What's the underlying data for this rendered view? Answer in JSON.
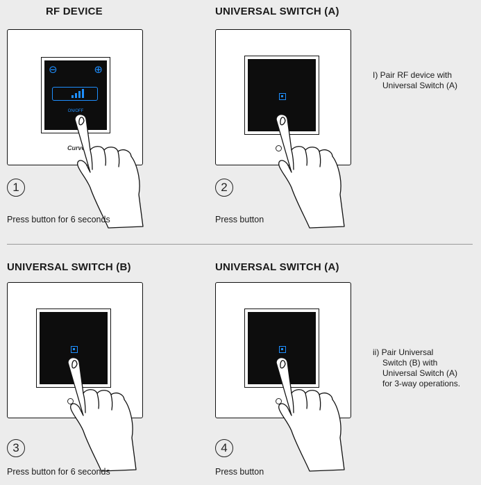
{
  "panels": [
    {
      "title": "RF DEVICE",
      "step": "1",
      "caption": "Press button for 6 seconds"
    },
    {
      "title": "UNIVERSAL SWITCH (A)",
      "step": "2",
      "caption": "Press button"
    },
    {
      "title": "UNIVERSAL SWITCH (B)",
      "step": "3",
      "caption": "Press button for 6 seconds"
    },
    {
      "title": "UNIVERSAL SWITCH (A)",
      "step": "4",
      "caption": "Press button"
    }
  ],
  "rf_device": {
    "minus_symbol": "⊖",
    "plus_symbol": "⊕",
    "button_label": "ON/OFF",
    "brand": "Curve"
  },
  "notes": {
    "first": [
      "I) Pair RF device with",
      "Universal Switch (A)"
    ],
    "second": [
      "ii) Pair Universal",
      "Switch (B) with",
      "Universal Switch (A)",
      "for 3-way operations."
    ]
  },
  "colors": {
    "accent_blue": "#1e8fff",
    "screen_black": "#0d0d0d",
    "background": "#ececec"
  },
  "icons": [
    "hand-pointer-icon",
    "led-square-icon",
    "signal-bars-icon",
    "minus-circle-icon",
    "plus-circle-icon"
  ]
}
